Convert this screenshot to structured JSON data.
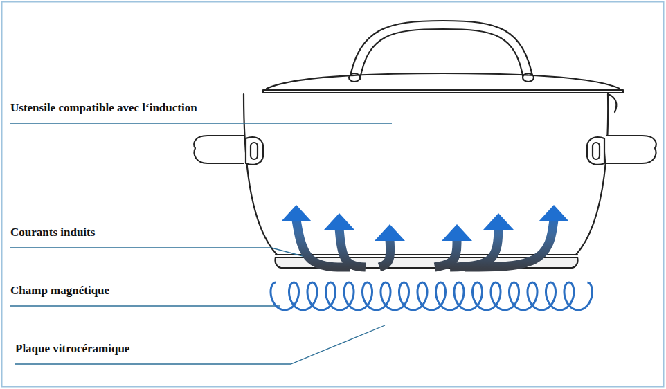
{
  "diagram": {
    "labels": [
      "Ustensile compatible avec l‘induction",
      "Courants induits",
      "Champ magnétique",
      "Plaque vitrocéramique"
    ]
  }
}
